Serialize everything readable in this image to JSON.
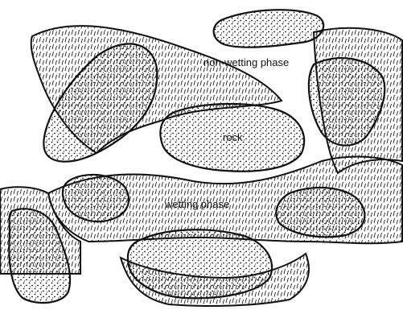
{
  "labels": {
    "non_wetting": "non-wetting phase",
    "rock": "rock",
    "wetting": "wetting phase"
  },
  "legend": {
    "rock_pattern": "stipple-dots",
    "wetting_pattern": "dashes",
    "non_wetting_pattern": "blank"
  },
  "colors": {
    "ink": "#111111",
    "background": "#ffffff"
  }
}
